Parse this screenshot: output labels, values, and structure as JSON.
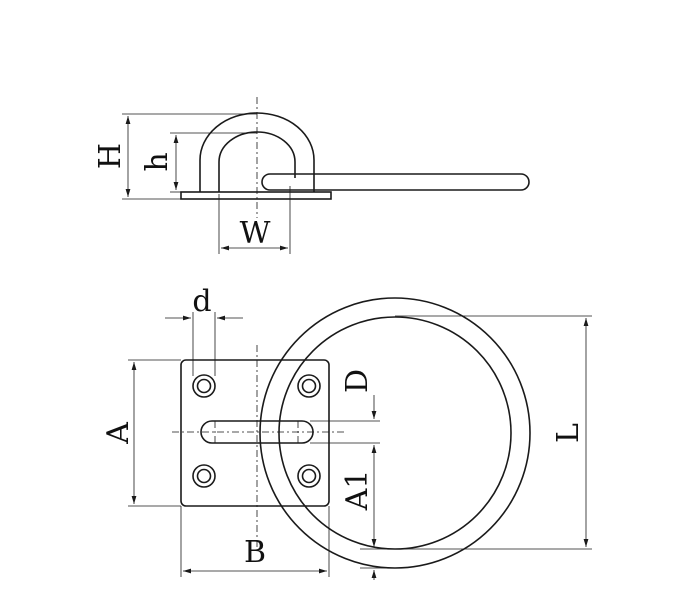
{
  "labels": {
    "H": "H",
    "h": "h",
    "W": "W",
    "d": "d",
    "A": "A",
    "D": "D",
    "B": "B",
    "A1": "A1",
    "L": "L"
  },
  "colors": {
    "line": "#1a1a1a",
    "background": "#ffffff"
  }
}
